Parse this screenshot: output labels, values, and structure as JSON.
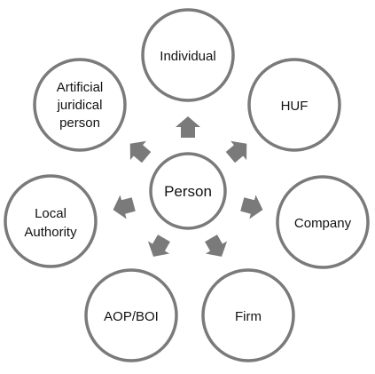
{
  "diagram": {
    "center": {
      "label": "Person"
    },
    "nodes": [
      {
        "id": "individual",
        "lines": [
          "Individual"
        ]
      },
      {
        "id": "huf",
        "lines": [
          "HUF"
        ]
      },
      {
        "id": "company",
        "lines": [
          "Company"
        ]
      },
      {
        "id": "firm",
        "lines": [
          "Firm"
        ]
      },
      {
        "id": "aop-boi",
        "lines": [
          "AOP/BOI"
        ]
      },
      {
        "id": "local-authority",
        "lines": [
          "Local",
          "Authority"
        ]
      },
      {
        "id": "artificial-juridical-person",
        "lines": [
          "Artificial",
          "juridical",
          "person"
        ]
      }
    ],
    "colors": {
      "circle_stroke": "#7a7a7a",
      "circle_fill": "#ffffff",
      "arrow_fill": "#7a7a7a",
      "text": "#111111"
    }
  }
}
